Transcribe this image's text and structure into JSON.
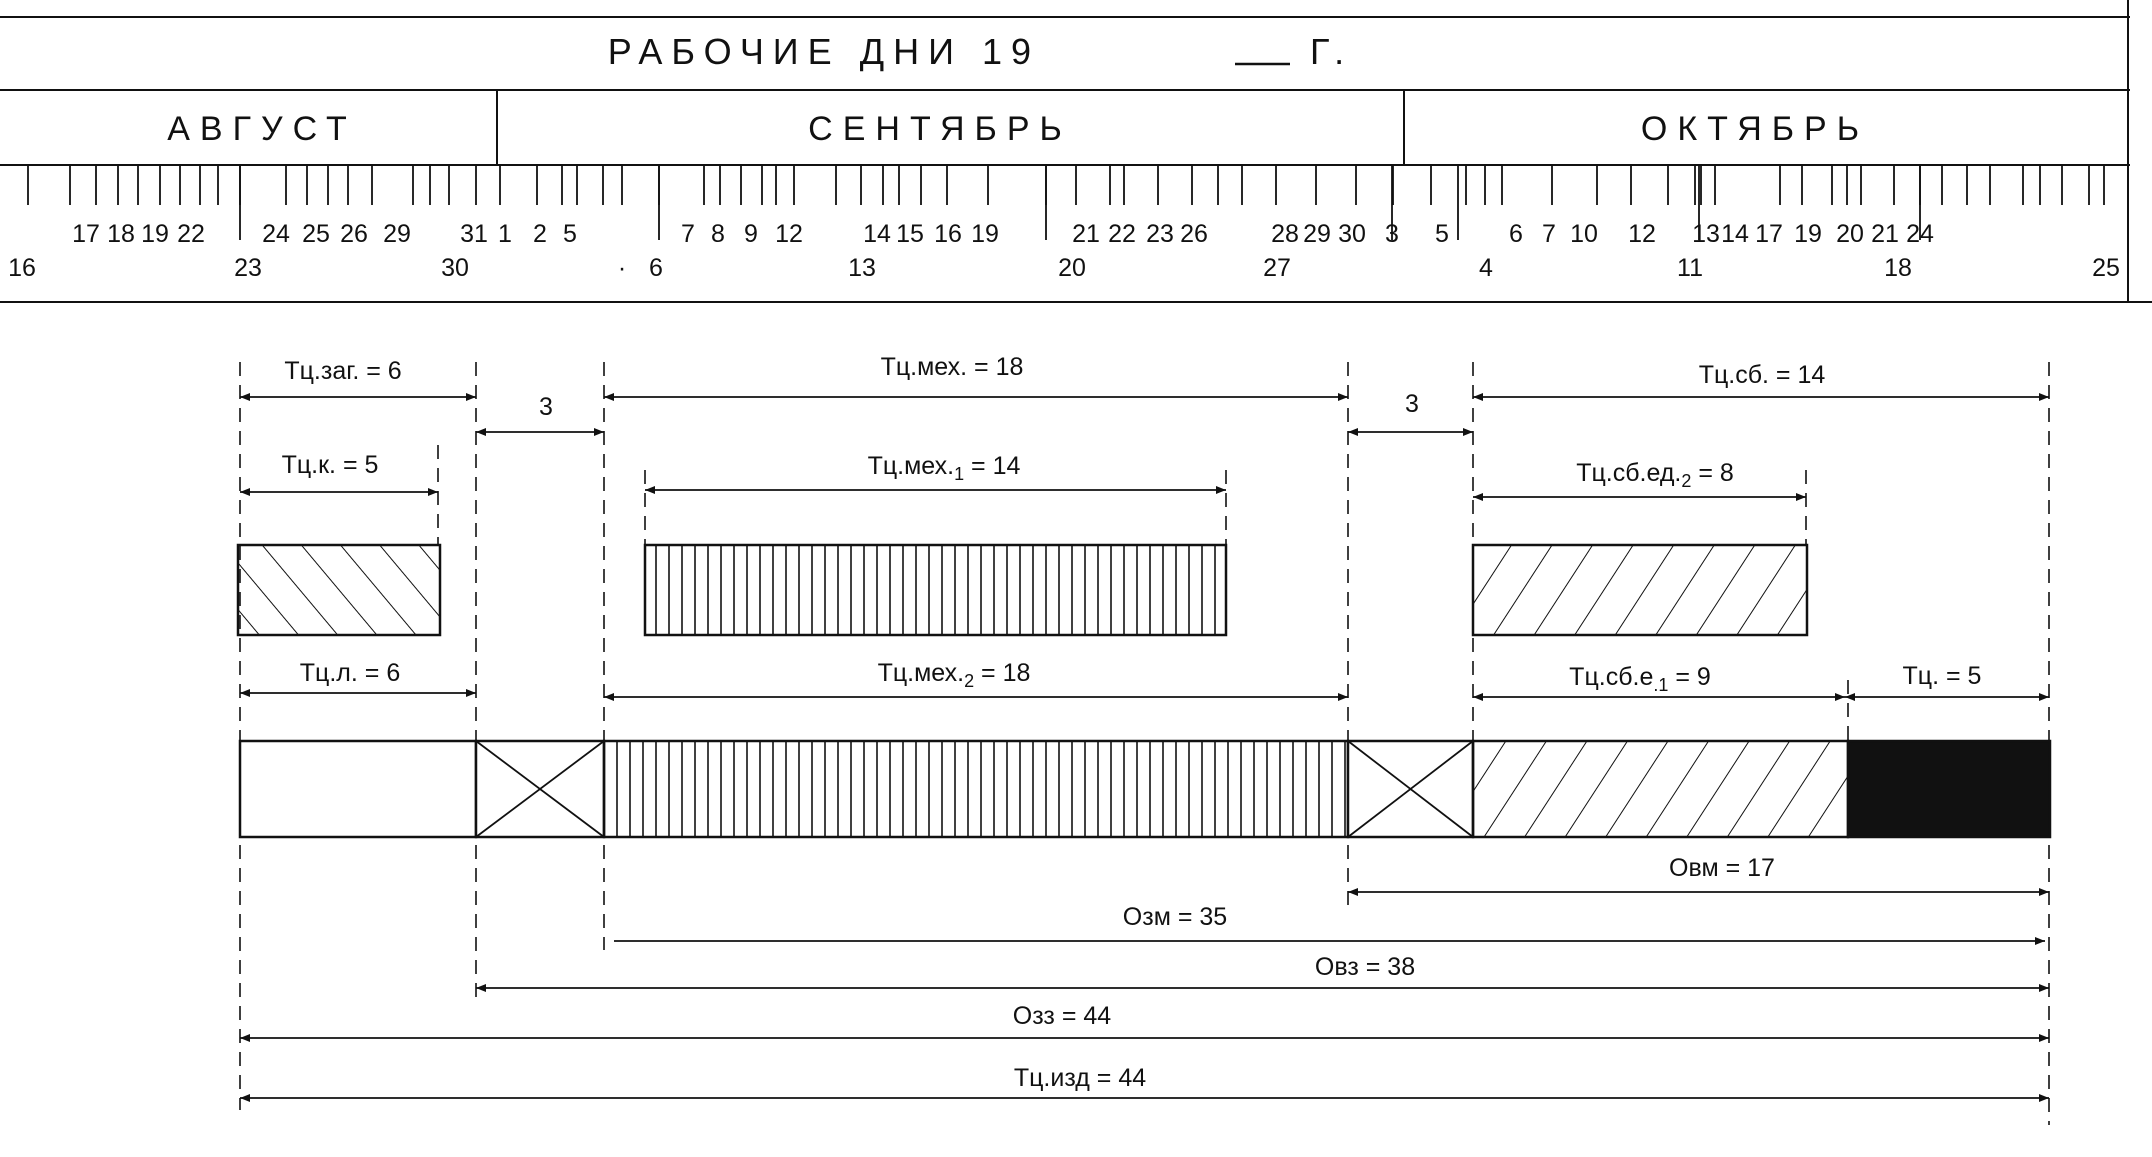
{
  "title_prefix": "РАБОЧИЕ ДНИ 19",
  "title_suffix": "Г.",
  "months": [
    "АВГУСТ",
    "СЕНТЯБРЬ",
    "ОКТЯБРЬ"
  ],
  "upper_days": [
    "17",
    "18",
    "19",
    "22",
    "24",
    "25",
    "26",
    "29",
    "31",
    "1",
    "2",
    "5",
    "7",
    "8",
    "9",
    "12",
    "14",
    "15",
    "16",
    "19",
    "21",
    "22",
    "23",
    "26",
    "28",
    "29",
    "30",
    "3",
    "5",
    "6",
    "7",
    "10",
    "12",
    "13",
    "14",
    "17",
    "19",
    "20",
    "21",
    "24"
  ],
  "lower_days": [
    "16",
    "23",
    "30",
    "6",
    "13",
    "20",
    "27",
    "4",
    "11",
    "18",
    "25"
  ],
  "lower_mark": "·",
  "labels": {
    "tc_zag": "Тц.заг. = 6",
    "gap1": "3",
    "tc_mex": "Тц.мех. = 18",
    "gap2": "3",
    "tc_sb": "Тц.сб. = 14",
    "tc_k": "Тц.к. = 5",
    "tc_mex1_a": "Тц.мех.",
    "tc_mex1_sub": "1",
    "tc_mex1_b": " = 14",
    "tc_sbed2_a": "Тц.сб.ед.",
    "tc_sbed2_sub": "2",
    "tc_sbed2_b": " = 8",
    "tc_l": "Тц.л. = 6",
    "tc_mex2_a": "Тц.мех.",
    "tc_mex2_sub": "2",
    "tc_mex2_b": " = 18",
    "tc_sbed1_a": "Тц.сб.е",
    "tc_sbed1_sub": ".1",
    "tc_sbed1_b": " = 9",
    "tc_final": "Тц. = 5",
    "ovm": "Овм = 17",
    "ozm": "Озм = 35",
    "ovz": "Овз = 38",
    "ozz": "Озз = 44",
    "tc_izd": "Тц.изд = 44"
  }
}
